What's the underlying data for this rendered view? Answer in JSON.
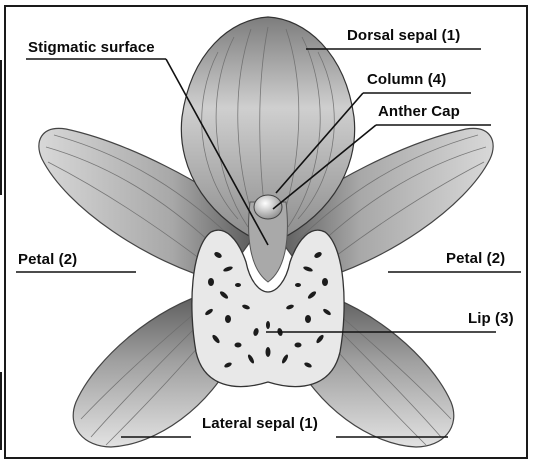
{
  "labels": {
    "stigmatic_surface": "Stigmatic surface",
    "dorsal_sepal": "Dorsal sepal (1)",
    "column": "Column (4)",
    "anther_cap": "Anther Cap",
    "petal_left": "Petal (2)",
    "petal_right": "Petal (2)",
    "lip": "Lip (3)",
    "lateral_sepal": "Lateral sepal (1)"
  },
  "colors": {
    "petal_fill": "#b9b9b9",
    "petal_dark": "#5c5c5c",
    "vein": "#6a6a6a",
    "lip_fill": "#e8e8e8",
    "spots": "#1c1c1c",
    "leader_line": "#111111"
  }
}
